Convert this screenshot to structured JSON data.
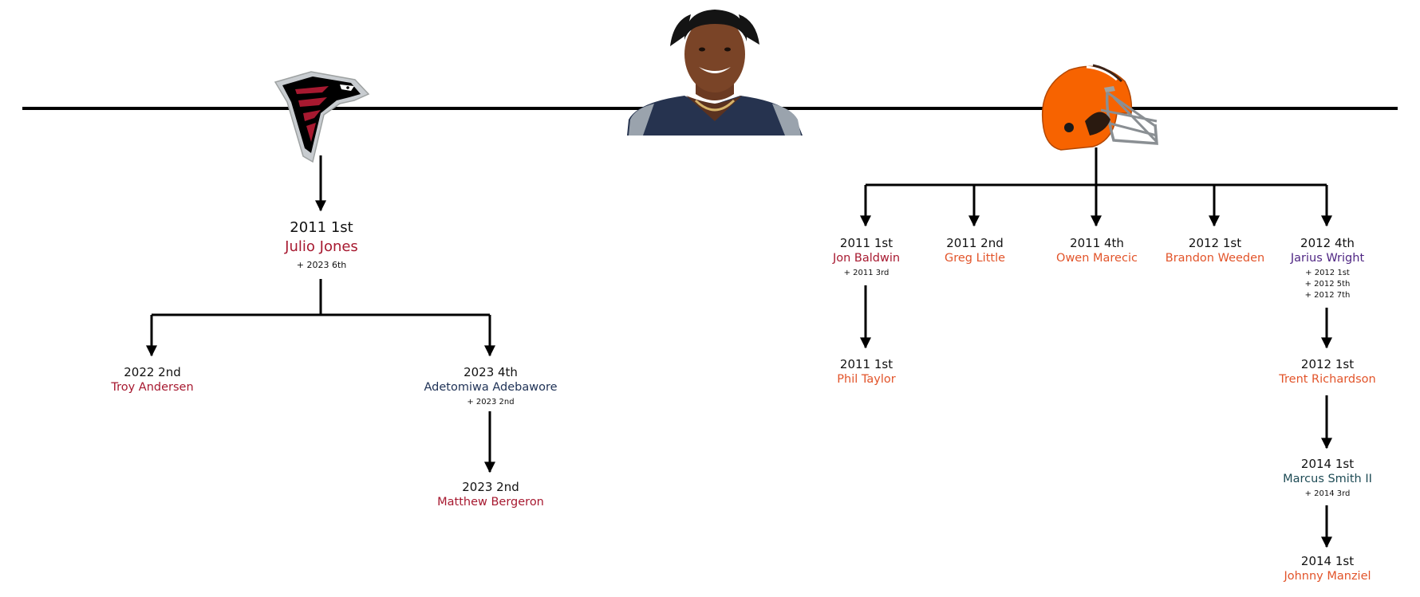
{
  "colors": {
    "falcons": "#a71930",
    "browns": "#e2542a",
    "purple": "#4f2683",
    "navy": "#203357",
    "teal": "#1e4b55",
    "line": "#000000"
  },
  "icons": {
    "falcons_logo": "falcons-logo-icon",
    "browns_helmet": "browns-helmet-icon",
    "player_photo": "player-headshot"
  },
  "nodes": {
    "jj": {
      "pick": "2011 1st",
      "player": "Julio Jones",
      "extras": [
        "+ 2023 6th"
      ]
    },
    "ta": {
      "pick": "2022 2nd",
      "player": "Troy Andersen"
    },
    "aa": {
      "pick": "2023 4th",
      "player": "Adetomiwa Adebawore",
      "extras": [
        "+ 2023 2nd"
      ]
    },
    "mb": {
      "pick": "2023 2nd",
      "player": "Matthew Bergeron"
    },
    "jb": {
      "pick": "2011 1st",
      "player": "Jon Baldwin",
      "extras": [
        "+ 2011 3rd"
      ]
    },
    "gl": {
      "pick": "2011 2nd",
      "player": "Greg Little"
    },
    "om": {
      "pick": "2011 4th",
      "player": "Owen Marecic"
    },
    "bw": {
      "pick": "2012 1st",
      "player": "Brandon Weeden"
    },
    "jw": {
      "pick": "2012 4th",
      "player": "Jarius Wright",
      "extras": [
        "+ 2012 1st",
        "+ 2012 5th",
        "+ 2012 7th"
      ]
    },
    "pt": {
      "pick": "2011 1st",
      "player": "Phil Taylor"
    },
    "tr": {
      "pick": "2012 1st",
      "player": "Trent Richardson"
    },
    "ms": {
      "pick": "2014 1st",
      "player": "Marcus Smith II",
      "extras": [
        "+ 2014 3rd"
      ]
    },
    "jm": {
      "pick": "2014 1st",
      "player": "Johnny Manziel"
    }
  }
}
